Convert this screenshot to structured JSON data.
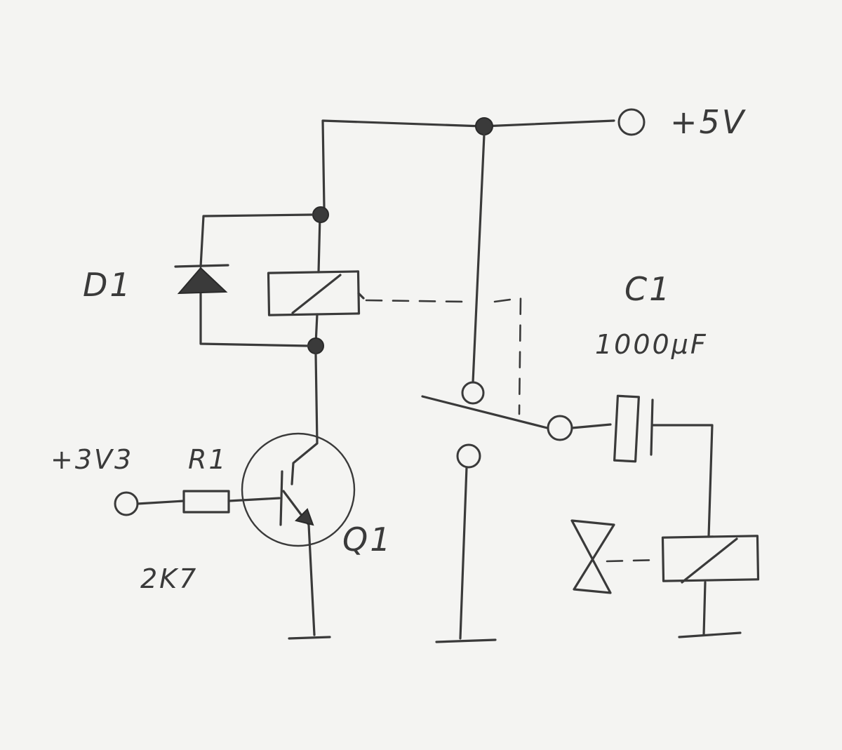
{
  "labels": {
    "supply_5v": "+5V",
    "supply_3v3": "+3V3",
    "diode": "D1",
    "capacitor": "C1",
    "capacitor_value": "1000µF",
    "resistor": "R1",
    "resistor_value": "2K7",
    "transistor": "Q1"
  },
  "colors": {
    "paper": "#f4f4f2",
    "pencil": "#3a3a3a"
  }
}
